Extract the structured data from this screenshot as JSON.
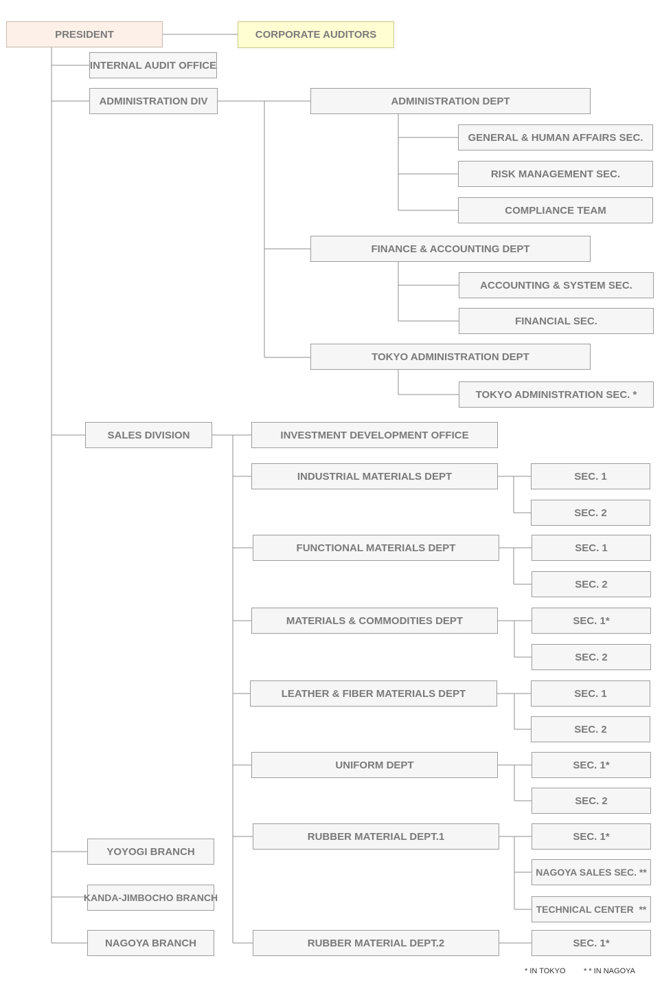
{
  "president": "PRESIDENT",
  "corporate_auditors": "CORPORATE  AUDITORS",
  "internal_audit": "INTERNAL AUDIT OFFICE",
  "administration": {
    "division": "ADMINISTRATION DIV",
    "admin_dept": "ADMINISTRATION DEPT",
    "admin_secs": [
      "GENERAL & HUMAN AFFAIRS SEC.",
      "RISK MANAGEMENT SEC.",
      "COMPLIANCE TEAM"
    ],
    "finance_dept": "FINANCE & ACCOUNTING DEPT",
    "finance_secs": [
      "ACCOUNTING & SYSTEM SEC.",
      "FINANCIAL SEC."
    ],
    "tokyo_dept": "TOKYO ADMINISTRATION DEPT",
    "tokyo_secs": [
      "TOKYO ADMINISTRATION SEC. *"
    ]
  },
  "sales": {
    "division": "SALES DIVISION",
    "investment_office": "INVESTMENT DEVELOPMENT OFFICE",
    "industrial_dept": "INDUSTRIAL MATERIALS DEPT",
    "industrial_secs": [
      "SEC. 1",
      "SEC. 2"
    ],
    "functional_dept": "FUNCTIONAL MATERIALS DEPT",
    "functional_secs": [
      "SEC. 1",
      "SEC. 2"
    ],
    "commodities_dept": "MATERIALS & COMMODITIES DEPT",
    "commodities_secs": [
      "SEC. 1*",
      "SEC. 2"
    ],
    "leather_dept": "LEATHER & FIBER MATERIALS DEPT",
    "leather_secs": [
      "SEC. 1",
      "SEC. 2"
    ],
    "uniform_dept": "UNIFORM DEPT",
    "uniform_secs": [
      "SEC. 1*",
      "SEC. 2"
    ],
    "rubber1_dept": "RUBBER MATERIAL DEPT.1",
    "rubber1_secs": [
      "SEC. 1*",
      "NAGOYA SALES SEC. **",
      "TECHNICAL CENTER  **"
    ],
    "rubber2_dept": "RUBBER MATERIAL DEPT.2",
    "rubber2_secs": [
      "SEC. 1*"
    ]
  },
  "branches": [
    "YOYOGI BRANCH",
    "KANDA-JIMBOCHO BRANCH",
    "NAGOYA BRANCH"
  ],
  "legend": {
    "tokyo": "* IN TOKYO",
    "nagoya": "* * IN NAGOYA"
  },
  "colors": {
    "president_fill": "#fdf0e8",
    "auditors_fill": "#fffed2",
    "box_fill": "#f6f6f6",
    "line": "#8c8c8c",
    "text": "#7a7a7a"
  }
}
